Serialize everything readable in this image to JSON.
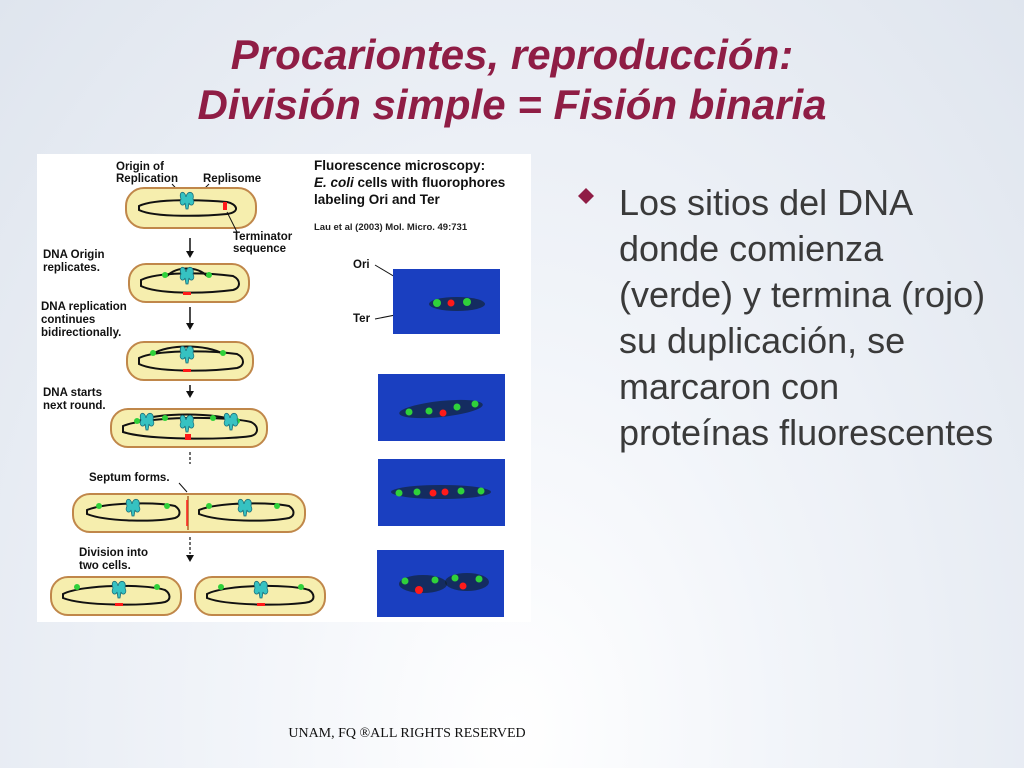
{
  "slide": {
    "title_line1": "Procariontes, reproducción:",
    "title_line2": "División simple = Fisión binaria",
    "bullet_text": "Los sitios del DNA donde comienza (verde) y termina (rojo) su duplicación, se marcaron con proteínas fluorescentes",
    "footer": "UNAM, FQ ®ALL RIGHTS RESERVED"
  },
  "figure": {
    "label_origin_1": "Origin of",
    "label_origin_2": "Replication",
    "label_replisome": "Replisome",
    "label_terminator_1": "Terminator",
    "label_terminator_2": "sequence",
    "label_step2_1": "DNA Origin",
    "label_step2_2": "replicates.",
    "label_step3_1": "DNA replication",
    "label_step3_2": "continues",
    "label_step3_3": "bidirectionally.",
    "label_step4_1": "DNA starts",
    "label_step4_2": "next round.",
    "label_step5": "Septum forms.",
    "label_step6_1": "Division into",
    "label_step6_2": "two cells.",
    "micro_title_1": "Fluorescence microscopy:",
    "micro_title_2_italic": "E. coli",
    "micro_title_2_rest": " cells with fluorophores",
    "micro_title_3": "labeling Ori and Ter",
    "micro_ref": "Lau et al (2003) Mol. Micro. 49:731",
    "label_ori": "Ori",
    "label_ter": "Ter"
  },
  "colors": {
    "title": "#8f1d45",
    "bullet": "#8f1d45",
    "cell_fill": "#f6eeae",
    "cell_stroke": "#c0874a",
    "micro_bg": "#1a3fc0",
    "ori_green": "#2fd13a",
    "ter_red": "#ff1a1a",
    "replisome": "#36c2c2"
  }
}
